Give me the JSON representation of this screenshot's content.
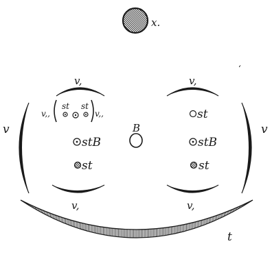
{
  "figure": {
    "labels": {
      "x": "x.",
      "v_top_left": "v,",
      "v_top_right": "v,",
      "v_bottom_left": "v,",
      "v_bottom_right": "v,",
      "v_left": "v",
      "v_right": "v",
      "v_inner_left": "v,,",
      "v_inner_right": "v,,",
      "st_inner_1": "st",
      "st_inner_2": "st",
      "st_B_left": "stB",
      "st_lower_left": "st",
      "st_upper_right": "st",
      "st_B_right": "stB",
      "st_lower_right": "st",
      "B_center": "B",
      "t": "t",
      "apostrophe": "‘"
    }
  }
}
